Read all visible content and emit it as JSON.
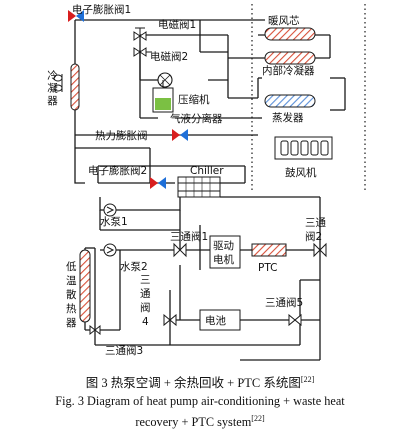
{
  "components": {
    "eev1": "电子膨胀阀1",
    "sv1": "电磁阀1",
    "sv2": "电磁阀2",
    "condenser": "冷凝器",
    "heater_core": "暖风芯",
    "internal_condenser": "内部冷凝器",
    "compressor": "压缩机",
    "separator": "气液分离器",
    "evaporator": "蒸发器",
    "txv": "热力膨胀阀",
    "blower": "鼓风机",
    "eev2": "电子膨胀阀2",
    "chiller": "Chiller",
    "pump1": "水泵1",
    "pump2": "水泵2",
    "v3w1": "三通阀1",
    "v3w2a": "三通",
    "v3w2b": "阀2",
    "motor_a": "驱动",
    "motor_b": "电机",
    "ptc": "PTC",
    "v3w3": "三通阀3",
    "v3w4": [
      "三",
      "通",
      "阀",
      "4"
    ],
    "battery": "电池",
    "v3w5": "三通阀5",
    "radiator": [
      "低",
      "温",
      "散",
      "热",
      "器"
    ]
  },
  "caption": {
    "zh": "图 3   热泵空调 + 余热回收 + PTC 系统图",
    "zh_ref": "[22]",
    "en_line1": "Fig. 3    Diagram of heat pump air-conditioning + waste heat",
    "en_line2": "recovery + PTC system",
    "en_ref": "[22]"
  },
  "colors": {
    "line": "#1a1a1a",
    "heater_stripe": "#d8503a",
    "evaporator_stripe": "#5a8fd8",
    "separator_fill": "#7bc043",
    "valve_red": "#d81e1e",
    "valve_blue": "#1e6fd8"
  }
}
